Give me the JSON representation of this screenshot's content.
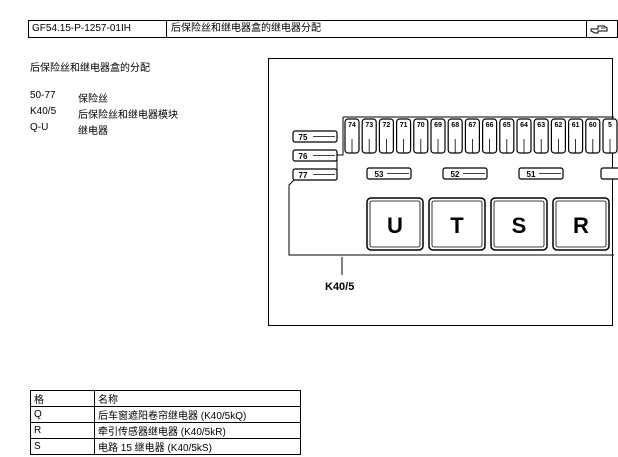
{
  "header": {
    "doc_id": "GF54.15-P-1257-01IH",
    "title": "后保险丝和继电器盒的继电器分配",
    "icon": "hand-pointer-icon"
  },
  "subtitle": "后保险丝和继电器盒的分配",
  "legend": [
    {
      "key": "50-77",
      "desc": "保险丝"
    },
    {
      "key": "K40/5",
      "desc": "后保险丝和继电器模块"
    },
    {
      "key": "Q-U",
      "desc": "继电器"
    }
  ],
  "diagram": {
    "fuses_top": [
      "74",
      "73",
      "72",
      "71",
      "70",
      "69",
      "68",
      "67",
      "66",
      "65",
      "64",
      "63",
      "62",
      "61",
      "60",
      "5"
    ],
    "fuses_left": [
      "75",
      "76",
      "77"
    ],
    "fuses_mid": [
      "53",
      "52",
      "51"
    ],
    "relays": [
      "U",
      "T",
      "S",
      "R"
    ],
    "module_label": "K40/5"
  },
  "table": {
    "headers": [
      "格",
      "名称"
    ],
    "rows": [
      [
        "Q",
        "后车窗遮阳卷帘继电器 (K40/5kQ)"
      ],
      [
        "R",
        "牵引传感器继电器 (K40/5kR)"
      ],
      [
        "S",
        "电路 15 继电器 (K40/5kS)"
      ]
    ]
  }
}
